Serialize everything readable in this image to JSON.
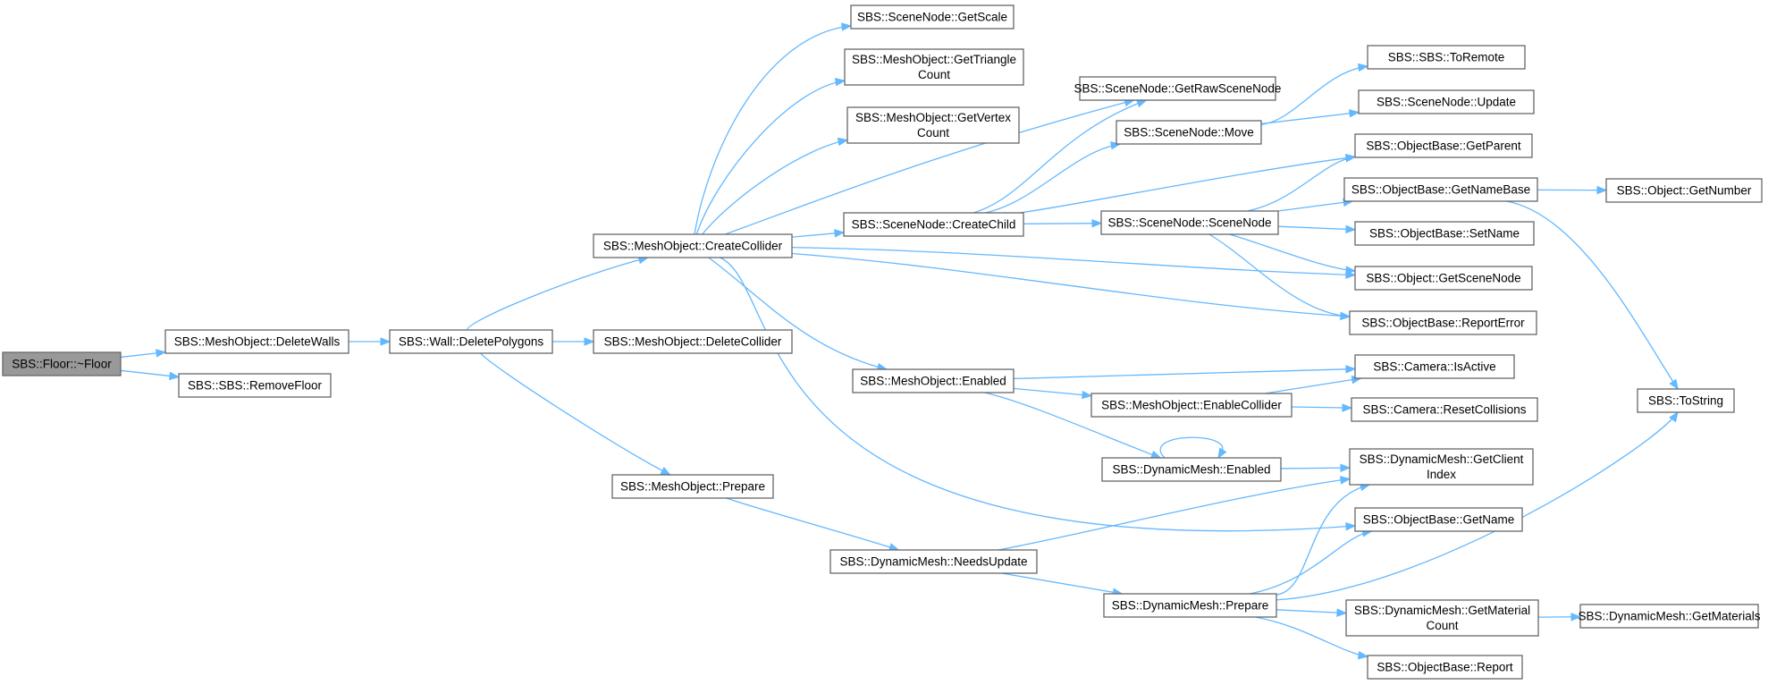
{
  "diagram": {
    "type": "call-graph",
    "colors": {
      "edge": "#63b8ff",
      "node_border": "#666666",
      "node_fill": "#ffffff",
      "root_fill": "#999999",
      "text": "#000000"
    },
    "nodes": [
      {
        "id": "floor_dtor",
        "label": "SBS::Floor::~Floor",
        "root": true
      },
      {
        "id": "mo_deletewalls",
        "label": "SBS::MeshObject::DeleteWalls"
      },
      {
        "id": "sbs_removefloor",
        "label": "SBS::SBS::RemoveFloor"
      },
      {
        "id": "wall_deletepolygons",
        "label": "SBS::Wall::DeletePolygons"
      },
      {
        "id": "mo_createcollider",
        "label": "SBS::MeshObject::CreateCollider"
      },
      {
        "id": "mo_deletecollider",
        "label": "SBS::MeshObject::DeleteCollider"
      },
      {
        "id": "mo_prepare",
        "label": "SBS::MeshObject::Prepare"
      },
      {
        "id": "sn_getscale",
        "label": "SBS::SceneNode::GetScale"
      },
      {
        "id": "mo_gettrianglecount",
        "label": "SBS::MeshObject::GetTriangle Count"
      },
      {
        "id": "mo_getvertexcount",
        "label": "SBS::MeshObject::GetVertex Count"
      },
      {
        "id": "sn_createchild",
        "label": "SBS::SceneNode::CreateChild"
      },
      {
        "id": "mo_enabled",
        "label": "SBS::MeshObject::Enabled"
      },
      {
        "id": "dm_needsupdate",
        "label": "SBS::DynamicMesh::NeedsUpdate"
      },
      {
        "id": "sn_getrawscenenode",
        "label": "SBS::SceneNode::GetRawSceneNode"
      },
      {
        "id": "sn_move",
        "label": "SBS::SceneNode::Move"
      },
      {
        "id": "sn_scenenode",
        "label": "SBS::SceneNode::SceneNode"
      },
      {
        "id": "mo_enablecollider",
        "label": "SBS::MeshObject::EnableCollider"
      },
      {
        "id": "dm_enabled",
        "label": "SBS::DynamicMesh::Enabled"
      },
      {
        "id": "dm_prepare",
        "label": "SBS::DynamicMesh::Prepare"
      },
      {
        "id": "sbs_toremote",
        "label": "SBS::SBS::ToRemote"
      },
      {
        "id": "sn_update",
        "label": "SBS::SceneNode::Update"
      },
      {
        "id": "ob_getparent",
        "label": "SBS::ObjectBase::GetParent"
      },
      {
        "id": "ob_getnamebase",
        "label": "SBS::ObjectBase::GetNameBase"
      },
      {
        "id": "ob_setname",
        "label": "SBS::ObjectBase::SetName"
      },
      {
        "id": "obj_getscenenode",
        "label": "SBS::Object::GetSceneNode"
      },
      {
        "id": "ob_reporterror",
        "label": "SBS::ObjectBase::ReportError"
      },
      {
        "id": "cam_isactive",
        "label": "SBS::Camera::IsActive"
      },
      {
        "id": "cam_resetcollisions",
        "label": "SBS::Camera::ResetCollisions"
      },
      {
        "id": "dm_getclientindex",
        "label": "SBS::DynamicMesh::GetClient Index"
      },
      {
        "id": "ob_getname",
        "label": "SBS::ObjectBase::GetName"
      },
      {
        "id": "dm_getmaterialcount",
        "label": "SBS::DynamicMesh::GetMaterial Count"
      },
      {
        "id": "ob_report",
        "label": "SBS::ObjectBase::Report"
      },
      {
        "id": "obj_getnumber",
        "label": "SBS::Object::GetNumber"
      },
      {
        "id": "sbs_tostring",
        "label": "SBS::ToString"
      },
      {
        "id": "dm_getmaterials",
        "label": "SBS::DynamicMesh::GetMaterials"
      }
    ],
    "edges": [
      {
        "from": "floor_dtor",
        "to": "mo_deletewalls"
      },
      {
        "from": "floor_dtor",
        "to": "sbs_removefloor"
      },
      {
        "from": "mo_deletewalls",
        "to": "wall_deletepolygons"
      },
      {
        "from": "wall_deletepolygons",
        "to": "mo_createcollider"
      },
      {
        "from": "wall_deletepolygons",
        "to": "mo_deletecollider"
      },
      {
        "from": "wall_deletepolygons",
        "to": "mo_prepare"
      },
      {
        "from": "mo_createcollider",
        "to": "sn_getscale"
      },
      {
        "from": "mo_createcollider",
        "to": "mo_gettrianglecount"
      },
      {
        "from": "mo_createcollider",
        "to": "mo_getvertexcount"
      },
      {
        "from": "mo_createcollider",
        "to": "sn_getrawscenenode"
      },
      {
        "from": "mo_createcollider",
        "to": "sn_createchild"
      },
      {
        "from": "mo_createcollider",
        "to": "obj_getscenenode"
      },
      {
        "from": "mo_createcollider",
        "to": "ob_reporterror"
      },
      {
        "from": "mo_createcollider",
        "to": "mo_enabled"
      },
      {
        "from": "mo_createcollider",
        "to": "ob_getname"
      },
      {
        "from": "sn_createchild",
        "to": "sn_getrawscenenode"
      },
      {
        "from": "sn_createchild",
        "to": "sn_move"
      },
      {
        "from": "sn_createchild",
        "to": "ob_getparent"
      },
      {
        "from": "sn_createchild",
        "to": "sn_scenenode"
      },
      {
        "from": "sn_move",
        "to": "sbs_toremote"
      },
      {
        "from": "sn_move",
        "to": "sn_update"
      },
      {
        "from": "sn_scenenode",
        "to": "ob_getparent"
      },
      {
        "from": "sn_scenenode",
        "to": "ob_getnamebase"
      },
      {
        "from": "sn_scenenode",
        "to": "ob_setname"
      },
      {
        "from": "sn_scenenode",
        "to": "obj_getscenenode"
      },
      {
        "from": "sn_scenenode",
        "to": "ob_reporterror"
      },
      {
        "from": "ob_getnamebase",
        "to": "obj_getnumber"
      },
      {
        "from": "ob_getnamebase",
        "to": "sbs_tostring"
      },
      {
        "from": "mo_enabled",
        "to": "cam_isactive"
      },
      {
        "from": "mo_enabled",
        "to": "mo_enablecollider"
      },
      {
        "from": "mo_enabled",
        "to": "dm_enabled"
      },
      {
        "from": "mo_enablecollider",
        "to": "cam_isactive"
      },
      {
        "from": "mo_enablecollider",
        "to": "cam_resetcollisions"
      },
      {
        "from": "dm_enabled",
        "to": "dm_enabled"
      },
      {
        "from": "dm_enabled",
        "to": "dm_getclientindex"
      },
      {
        "from": "mo_prepare",
        "to": "dm_needsupdate"
      },
      {
        "from": "dm_needsupdate",
        "to": "dm_getclientindex"
      },
      {
        "from": "dm_needsupdate",
        "to": "dm_prepare"
      },
      {
        "from": "dm_prepare",
        "to": "dm_getclientindex"
      },
      {
        "from": "dm_prepare",
        "to": "ob_getname"
      },
      {
        "from": "dm_prepare",
        "to": "sbs_tostring"
      },
      {
        "from": "dm_prepare",
        "to": "dm_getmaterialcount"
      },
      {
        "from": "dm_prepare",
        "to": "ob_report"
      },
      {
        "from": "dm_getmaterialcount",
        "to": "dm_getmaterials"
      }
    ]
  }
}
